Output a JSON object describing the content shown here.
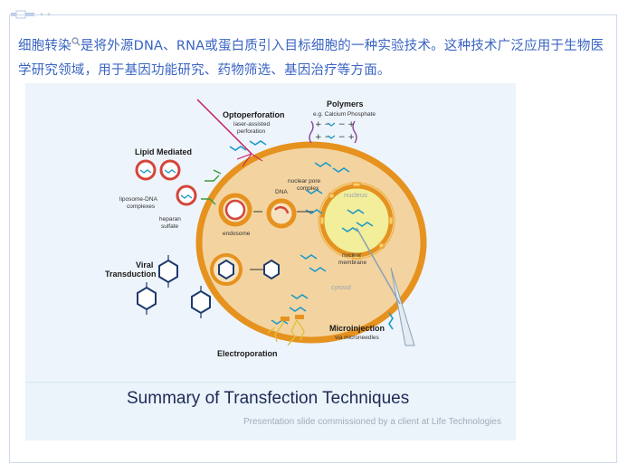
{
  "article": {
    "description_part1": "细胞转染",
    "description_part2": "是将外源DNA、RNA或蛋白质引入目标细胞的一种实验技术。这种技术广泛应用于生物医学研究领域，用于基因功能研究、药物筛选、基因治疗等方面。",
    "zoom_icon": "search-icon"
  },
  "figure": {
    "title": "Summary of Transfection Techniques",
    "subtitle": "Presentation slide commissioned by a client at Life Technologies",
    "labels": {
      "optoperforation": "Optoperforation",
      "optoperforation_sub1": "laser-assisted",
      "optoperforation_sub2": "perforation",
      "polymers": "Polymers",
      "polymers_sub": "e.g. Calcium Phosphate",
      "lipid": "Lipid Mediated",
      "liposome1": "liposome-DNA",
      "liposome2": "complexes",
      "heparan1": "heparan",
      "heparan2": "sulfate",
      "endosome": "endosome",
      "dna": "DNA",
      "pore1": "nuclear pore",
      "pore2": "complex",
      "nucleus": "nucleus",
      "nuclear_membrane1": "nuclear",
      "nuclear_membrane2": "membrane",
      "cytosol": "cytosol",
      "viral1": "Viral",
      "viral2": "Transduction",
      "microinjection": "Microinjection",
      "microinjection_sub": "via microneedles",
      "electroporation": "Electroporation"
    },
    "colors": {
      "cell_fill": "#f3d4a0",
      "cell_membrane": "#e6921f",
      "nucleus_fill": "#f2ee9a",
      "dna": "#1f9bc9",
      "liposome": "#d4453a",
      "caption_text": "#1e2a55"
    }
  }
}
